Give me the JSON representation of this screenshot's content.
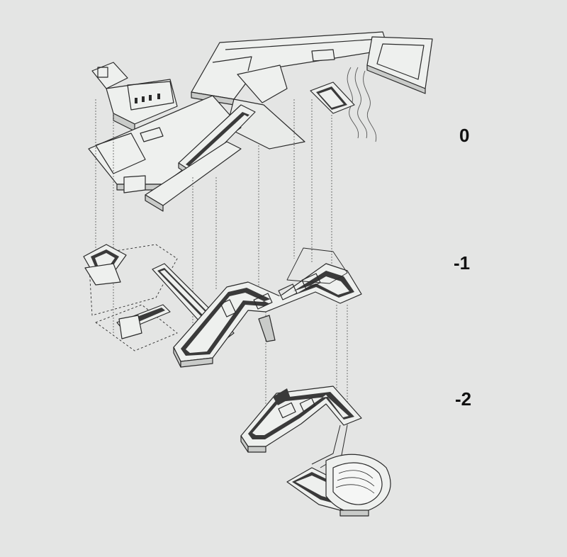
{
  "levels": [
    {
      "id": "ground",
      "label": "0"
    },
    {
      "id": "basement_1",
      "label": "-1"
    },
    {
      "id": "basement_2",
      "label": "-2"
    }
  ],
  "colors": {
    "background": "#e4e5e4",
    "line": "#2a2a2a",
    "wall_fill": "#3a3a3a",
    "plan_fill": "#eef0ee",
    "shadow_fill": "#c9cbc9",
    "label": "#111111"
  }
}
